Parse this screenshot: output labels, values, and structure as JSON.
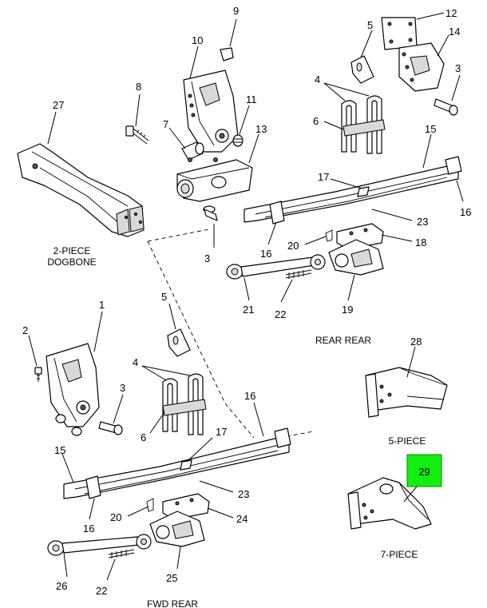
{
  "callouts": {
    "c1": "1",
    "c2": "2",
    "c3a": "3",
    "c3b": "3",
    "c3c": "3",
    "c4a": "4",
    "c4b": "4",
    "c5a": "5",
    "c5b": "5",
    "c6a": "6",
    "c6b": "6",
    "c7": "7",
    "c8": "8",
    "c9": "9",
    "c10": "10",
    "c11": "11",
    "c12": "12",
    "c13": "13",
    "c14": "14",
    "c15a": "15",
    "c15b": "15",
    "c16a": "16",
    "c16b": "16",
    "c16c": "16",
    "c16d": "16",
    "c17a": "17",
    "c17b": "17",
    "c18": "18",
    "c19": "19",
    "c20a": "20",
    "c20b": "20",
    "c21": "21",
    "c22a": "22",
    "c22b": "22",
    "c23a": "23",
    "c23b": "23",
    "c24": "24",
    "c25": "25",
    "c26": "26",
    "c27": "27",
    "c28": "28",
    "c29": "29"
  },
  "captions": {
    "dogbone_line1": "2-PIECE",
    "dogbone_line2": "DOGBONE",
    "rear_rear": "REAR REAR",
    "fwd_rear": "FWD REAR",
    "five_piece": "5-PIECE",
    "seven_piece": "7-PIECE"
  },
  "highlight": {
    "part": "29",
    "color": "#11ee11"
  }
}
